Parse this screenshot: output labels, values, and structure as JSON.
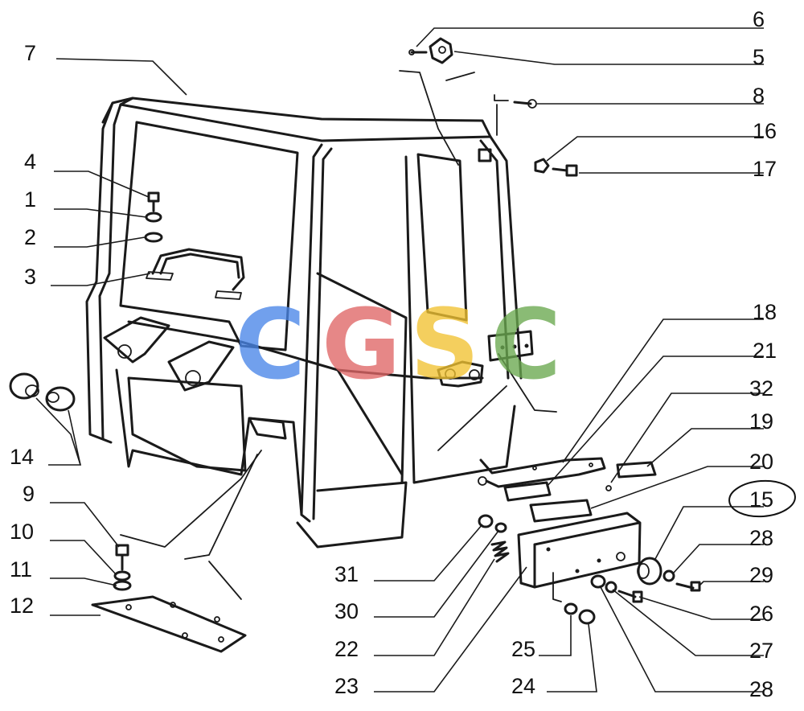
{
  "callouts_left": [
    "7",
    "4",
    "1",
    "2",
    "3",
    "14",
    "9",
    "10",
    "11",
    "12"
  ],
  "callouts_right": [
    "6",
    "5",
    "8",
    "16",
    "17",
    "18",
    "21",
    "32",
    "19",
    "20",
    "15",
    "28",
    "29",
    "26",
    "27",
    "28"
  ],
  "callouts_bottom": [
    "31",
    "30",
    "22",
    "23",
    "25",
    "24"
  ],
  "watermark": {
    "letters": [
      "C",
      "G",
      "S",
      "C"
    ],
    "colors": [
      "#4a86e8",
      "#e06666",
      "#f1c232",
      "#6aa84f"
    ]
  }
}
